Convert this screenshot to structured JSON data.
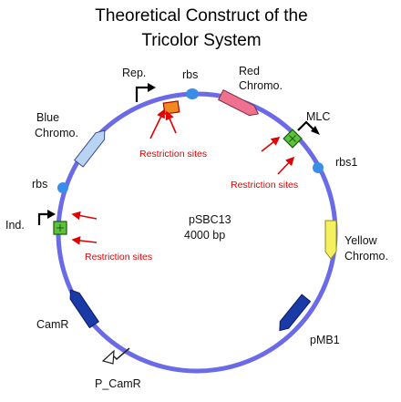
{
  "title": {
    "line1": "Theoretical Construct of the",
    "line2": "Tricolor System"
  },
  "plasmid": {
    "name": "pSBC13",
    "size": "4000 bp"
  },
  "features": {
    "rep": "Rep.",
    "rbs_top": "rbs",
    "red_chromo_1": "Red",
    "red_chromo_2": "Chromo.",
    "mlc": "MLC",
    "rbs1": "rbs1",
    "blue_chromo_1": "Blue",
    "blue_chromo_2": "Chromo.",
    "rbs_left": "rbs",
    "ind": "Ind.",
    "yellow_chromo_1": "Yellow",
    "yellow_chromo_2": "Chromo.",
    "camr": "CamR",
    "pmb1": "pMB1",
    "p_camr": "P_CamR"
  },
  "annotations": {
    "restriction_top": "Restriction sites",
    "restriction_right": "Restriction sites",
    "restriction_left": "Restriction sites"
  },
  "colors": {
    "backbone": "#6b6be8",
    "red_chromo": "#f07090",
    "blue_chromo": "#b8d4f0",
    "yellow_chromo": "#f4f060",
    "dark_blue": "#1a3aa8",
    "rbs": "#3a8ee8",
    "promoter_green": "#5cc23a",
    "rep_box": "#f08a20",
    "arrow_red": "#e00000"
  }
}
